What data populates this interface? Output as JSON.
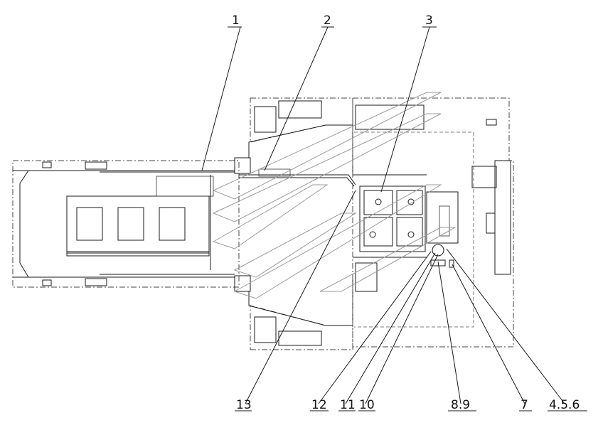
{
  "labels": {
    "l1": "1",
    "l2": "2",
    "l3": "3",
    "l4": "4.5.6",
    "l7": "7",
    "l8": "8.9",
    "l10": "10",
    "l11": "11",
    "l12": "12",
    "l13": "13"
  },
  "colors": {
    "line": "#1a1a1a",
    "watermark": "#9a9a9a",
    "background": "#ffffff"
  }
}
